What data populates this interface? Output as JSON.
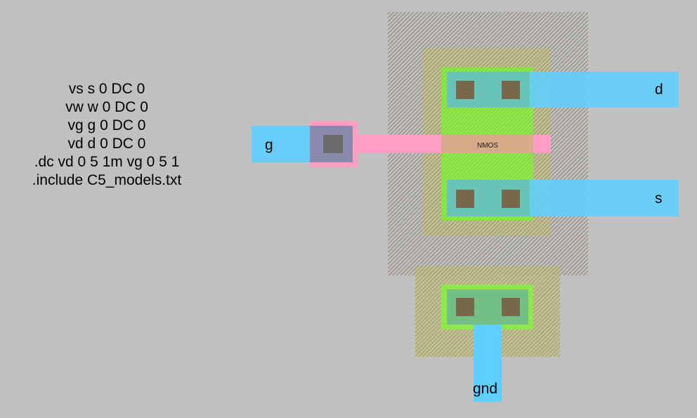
{
  "spice_netlist": [
    "vs s 0 DC 0",
    "vw w 0 DC 0",
    "vg g 0 DC 0",
    "vd d 0 DC 0",
    ".dc vd 0 5 1m vg 0 5 1",
    ".include C5_models.txt"
  ],
  "nodes": {
    "gate": "g",
    "drain": "d",
    "source": "s",
    "ground": "gnd"
  },
  "device_label": "NMOS",
  "colors": {
    "background": "#c0c0c0",
    "metal1": "#5ecfff",
    "poly": "#ff9ec2",
    "active": "#8ee84a",
    "active_border": "#78e030",
    "contact": "#6b6b6b",
    "nwell_hatch": "#7a6a5a",
    "select_hatch": "#c8c27a"
  }
}
